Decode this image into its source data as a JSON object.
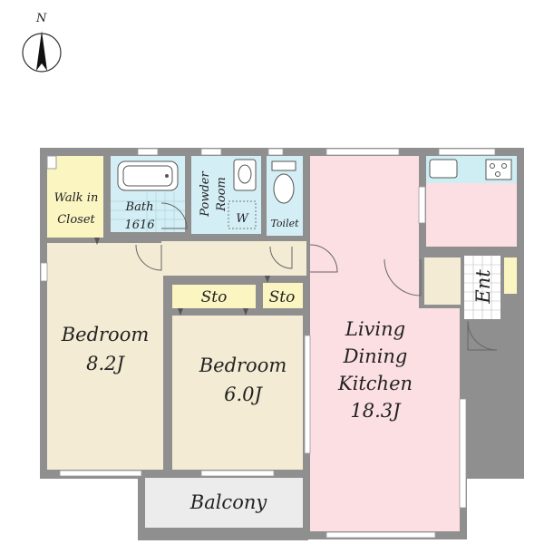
{
  "compass": {
    "label": "N"
  },
  "rooms": {
    "walk_in_closet": {
      "line1": "Walk in",
      "line2": "Closet"
    },
    "bath": {
      "line1": "Bath",
      "line2": "1616"
    },
    "powder_room": {
      "line1": "Powder",
      "line2": "Room",
      "washer": "W"
    },
    "toilet": {
      "label": "Toilet"
    },
    "storage_1": {
      "label": "Sto"
    },
    "storage_2": {
      "label": "Sto"
    },
    "bedroom_1": {
      "name": "Bedroom",
      "size": "8.2J"
    },
    "bedroom_2": {
      "name": "Bedroom",
      "size": "6.0J"
    },
    "ldk": {
      "line1": "Living",
      "line2": "Dining",
      "line3": "Kitchen",
      "size": "18.3J"
    },
    "entrance": {
      "label": "Ent"
    },
    "balcony": {
      "label": "Balcony"
    }
  },
  "colors": {
    "wall": "#8f8f8f",
    "bedroom": "#f3ebd3",
    "closet": "#fbf5c2",
    "wet_area": "#d3eef5",
    "ldk": "#fcdfe3",
    "kitchen_counter": "#cfeef3",
    "balcony": "#ececec",
    "entrance": "#ffffff"
  }
}
